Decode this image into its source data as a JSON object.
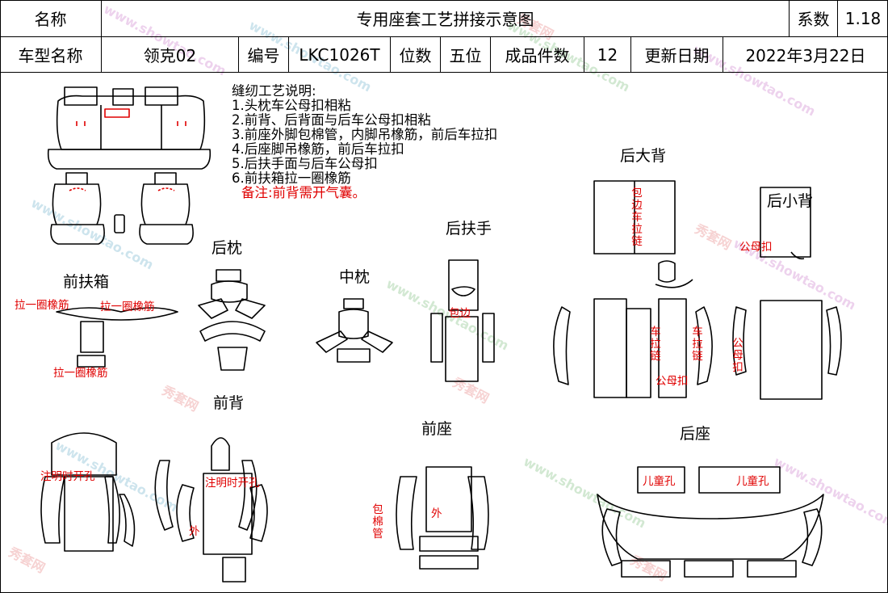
{
  "header": {
    "name_label": "名称",
    "title": "专用座套工艺拼接示意图",
    "coef_label": "系数",
    "coef_value": "1.18",
    "model_label": "车型名称",
    "model_value": "领克02",
    "code_label": "编号",
    "code_value": "LKC1026T",
    "seats_label": "位数",
    "seats_value": "五位",
    "pieces_label": "成品件数",
    "pieces_value": "12",
    "date_label": "更新日期",
    "date_value": "2022年3月22日"
  },
  "notes": {
    "heading": "缝纫工艺说明:",
    "items": [
      "1.头枕车公母扣相粘",
      "2.前背、后背面与后车公母扣相粘",
      "3.前座外脚包棉管，内脚吊橡筋，前后车拉扣",
      "4.后座脚吊橡筋，前后车拉扣",
      "5.后扶手面与后车公母扣",
      "6.前扶箱拉一圈橡筋"
    ],
    "remark": "备注:前背需开气囊。"
  },
  "sections": {
    "rear_big_back": "后大背",
    "rear_small_back": "后小背",
    "rear_armrest": "后扶手",
    "rear_headrest": "后枕",
    "middle_headrest": "中枕",
    "front_armbox": "前扶箱",
    "front_back": "前背",
    "front_seat": "前座",
    "rear_seat": "后座"
  },
  "annotations": {
    "elastic_loop": "拉一圈橡筋",
    "wrap_edge_zipper": "包边车拉链",
    "snap": "公母扣",
    "wrap_edge": "包边",
    "zipper": "车拉链",
    "airbag_hole": "注明时开孔",
    "outer": "外",
    "cotton_tube": "包棉管",
    "child_hole": "儿童孔"
  },
  "watermark": {
    "site": "www.showtao.com",
    "brand": "秀套网"
  },
  "colors": {
    "annotation": "#e00000",
    "line": "#000000"
  }
}
